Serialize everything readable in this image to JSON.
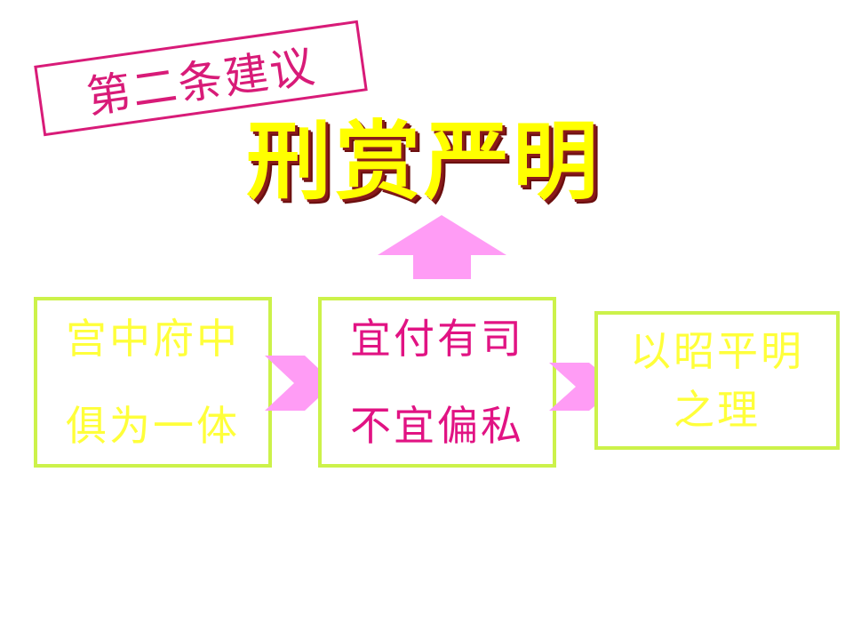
{
  "tag_label": "第二条建议",
  "title": "刑赏严明",
  "boxes": [
    {
      "lines": [
        "宫中府中",
        "俱为一体"
      ]
    },
    {
      "lines": [
        "宜付有司",
        "不宜偏私"
      ]
    },
    {
      "lines": [
        "以昭平明",
        "之理"
      ]
    }
  ],
  "colors": {
    "tag": "#d81b78",
    "title_fill": "#ffff00",
    "title_shadow": "#8a1a1a",
    "box_border": "#ccf24a",
    "box_text_yellow": "#ffff3a",
    "box_text_pink": "#e11383",
    "arrow": "#ff9cf5"
  },
  "icons": [
    "up-arrow-icon",
    "right-chevron-icon"
  ]
}
